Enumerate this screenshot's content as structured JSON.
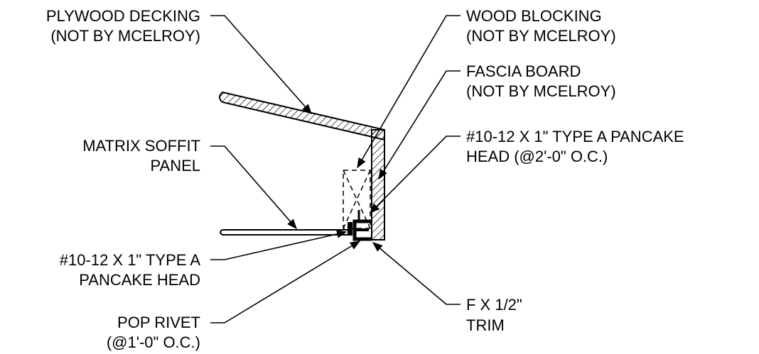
{
  "labels": {
    "plywood_line1": "PLYWOOD DECKING",
    "plywood_line2": "(NOT BY MCELROY)",
    "blocking_line1": "WOOD BLOCKING",
    "blocking_line2": "(NOT BY MCELROY)",
    "fascia_line1": "FASCIA BOARD",
    "fascia_line2": "(NOT BY MCELROY)",
    "screw_top_line1": "#10-12 X 1\" TYPE A PANCAKE",
    "screw_top_line2": "HEAD (@2'-0\" O.C.)",
    "soffit_line1": "MATRIX SOFFIT",
    "soffit_line2": "PANEL",
    "screw_left_line1": "#10-12 X 1\" TYPE A",
    "screw_left_line2": "PANCAKE HEAD",
    "rivet_line1": "POP RIVET",
    "rivet_line2": "(@1'-0\" O.C.)",
    "trim_line1": "F X 1/2\"",
    "trim_line2": "TRIM"
  },
  "colors": {
    "ink": "#000000",
    "background": "#ffffff"
  }
}
